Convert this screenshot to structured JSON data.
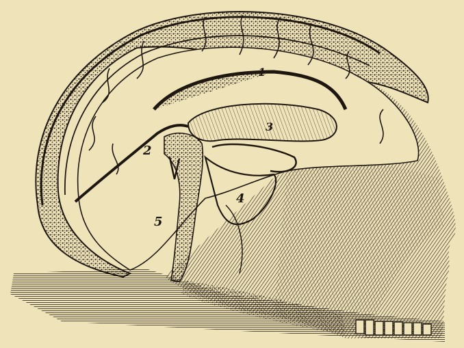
{
  "figure": {
    "labels": [
      "1",
      "2",
      "3",
      "4",
      "5"
    ]
  },
  "colors": {
    "paper": "#efe3ba",
    "ink": "#1e1710"
  }
}
